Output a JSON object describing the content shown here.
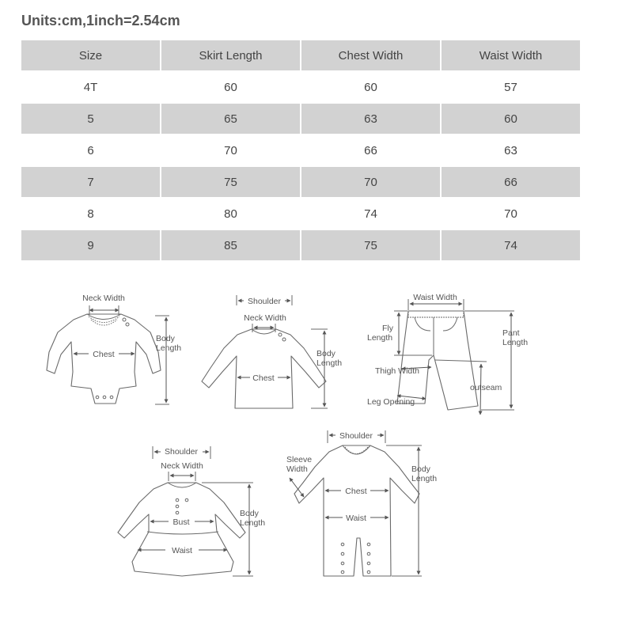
{
  "title": "Units:cm,1inch=2.54cm",
  "table": {
    "headers": [
      "Size",
      "Skirt Length",
      "Chest Width",
      "Waist Width"
    ],
    "rows": [
      [
        "4T",
        "60",
        "60",
        "57"
      ],
      [
        "5",
        "65",
        "63",
        "60"
      ],
      [
        "6",
        "70",
        "66",
        "63"
      ],
      [
        "7",
        "75",
        "70",
        "66"
      ],
      [
        "8",
        "80",
        "74",
        "70"
      ],
      [
        "9",
        "85",
        "75",
        "74"
      ]
    ]
  },
  "diagrams": {
    "bodysuit": {
      "neck_width": "Neck Width",
      "chest": "Chest",
      "body_length_1": "Body",
      "body_length_2": "Length"
    },
    "top": {
      "shoulder": "Shoulder",
      "neck_width": "Neck Width",
      "chest": "Chest",
      "body_length_1": "Body",
      "body_length_2": "Length"
    },
    "pants": {
      "waist_width": "Waist Width",
      "fly_length_1": "Fly",
      "fly_length_2": "Length",
      "pant_length_1": "Pant",
      "pant_length_2": "Length",
      "thigh_width": "Thigh Width",
      "outseam": "outseam",
      "leg_opening": "Leg Opening"
    },
    "dress": {
      "shoulder": "Shoulder",
      "neck_width": "Neck Width",
      "bust": "Bust",
      "waist": "Waist",
      "body_length_1": "Body",
      "body_length_2": "Length"
    },
    "romper": {
      "shoulder": "Shoulder",
      "sleeve_width_1": "Sleeve",
      "sleeve_width_2": "Width",
      "chest": "Chest",
      "waist": "Waist",
      "body_length_1": "Body",
      "body_length_2": "Length"
    }
  }
}
